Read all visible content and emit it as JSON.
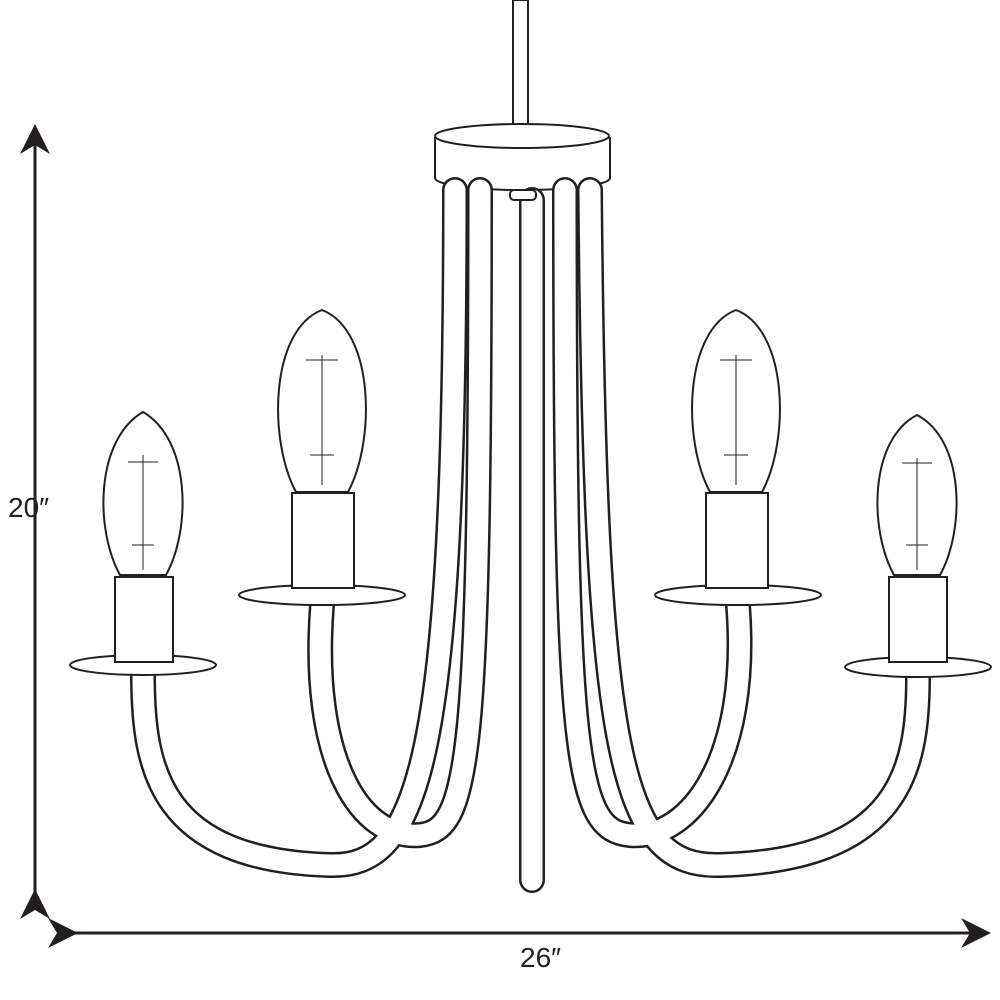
{
  "dimensions": {
    "height_label": "20″",
    "width_label": "26″"
  },
  "drawing": {
    "subject": "chandelier",
    "bulb_count": 4,
    "line_color": "#231f20"
  }
}
